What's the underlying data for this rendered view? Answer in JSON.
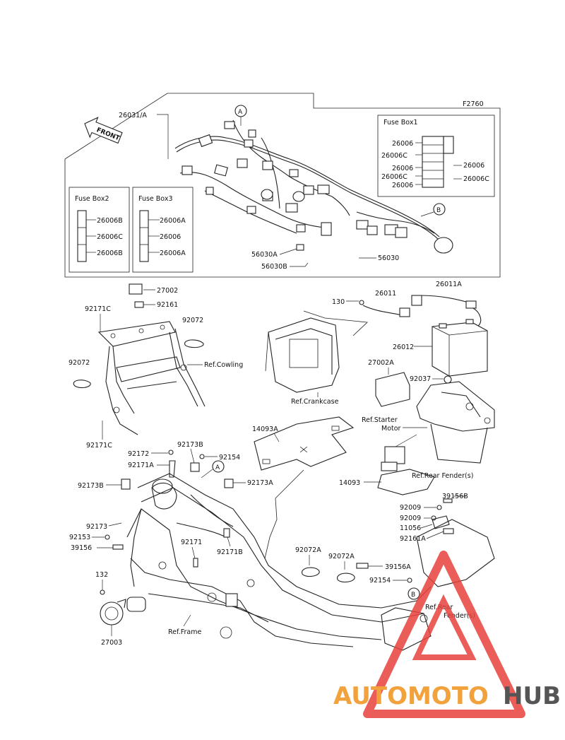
{
  "diagram_code": "F2760",
  "front_arrow": "FRONT",
  "fuse_box1": {
    "title": "Fuse Box1",
    "left_labels": [
      "26006",
      "26006C",
      "26006",
      "26006C",
      "26006"
    ],
    "right_labels": [
      "26006",
      "26006C"
    ]
  },
  "fuse_box2": {
    "title": "Fuse Box2",
    "labels": [
      "26006B",
      "26006C",
      "26006B"
    ]
  },
  "fuse_box3": {
    "title": "Fuse Box3",
    "labels": [
      "26006A",
      "26006",
      "26006A"
    ]
  },
  "callouts": [
    "A",
    "B"
  ],
  "parts": {
    "p26031A": "26031/A",
    "p56030A": "56030A",
    "p56030B": "56030B",
    "p56030": "56030",
    "p27002": "27002",
    "p92161": "92161",
    "p92171C_top": "92171C",
    "p92072_a": "92072",
    "p92072_b": "92072",
    "p92171C_bot": "92171C",
    "p130": "130",
    "p26011": "26011",
    "p26011A": "26011A",
    "p26012": "26012",
    "p27002A": "27002A",
    "p92037": "92037",
    "p14093A": "14093A",
    "p92172": "92172",
    "p92173B_a": "92173B",
    "p92154_a": "92154",
    "p92171A": "92171A",
    "p92173A": "92173A",
    "p92173B_b": "92173B",
    "p14093": "14093",
    "p39156B": "39156B",
    "p92009_a": "92009",
    "p92009_b": "92009",
    "p11056": "11056",
    "p92161A": "92161A",
    "p92173": "92173",
    "p92153": "92153",
    "p39156": "39156",
    "p92171": "92171",
    "p92171B": "92171B",
    "p92072A_a": "92072A",
    "p92072A_b": "92072A",
    "p39156A": "39156A",
    "p92154_b": "92154",
    "p132": "132",
    "p27003": "27003"
  },
  "refs": {
    "cowling": "Ref.Cowling",
    "crankcase": "Ref.Crankcase",
    "starter_1": "Ref.Starter",
    "starter_2": "Motor",
    "rear_fender": "Ref.Rear Fender(s)",
    "rear_fender2_1": "Ref.Rear",
    "rear_fender2_2": "Fender(s)",
    "frame": "Ref.Frame"
  },
  "watermark": {
    "part1": "AUTOMOTO",
    "part2": "HUB"
  },
  "colors": {
    "watermark_red": "#e8413c",
    "watermark_orange": "#f2a23c",
    "watermark_gray": "#555555",
    "line": "#222222"
  }
}
